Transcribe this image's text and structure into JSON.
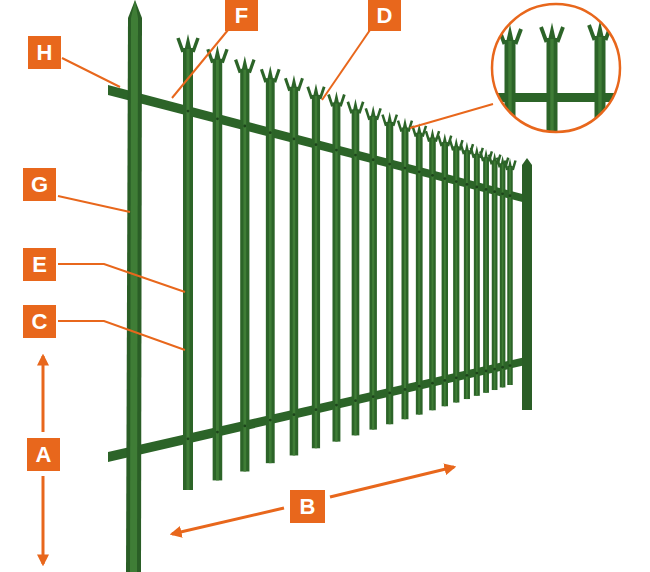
{
  "diagram": {
    "nodes": [
      {
        "text": [
          "F"
        ]
      },
      {
        "text": [
          "D"
        ]
      },
      {
        "text": [
          "H"
        ]
      },
      {
        "text": [
          "G"
        ]
      },
      {
        "text": [
          "E"
        ]
      },
      {
        "text": [
          "C"
        ]
      },
      {
        "text": [
          "A"
        ]
      },
      {
        "text": [
          "B"
        ]
      }
    ]
  }
}
